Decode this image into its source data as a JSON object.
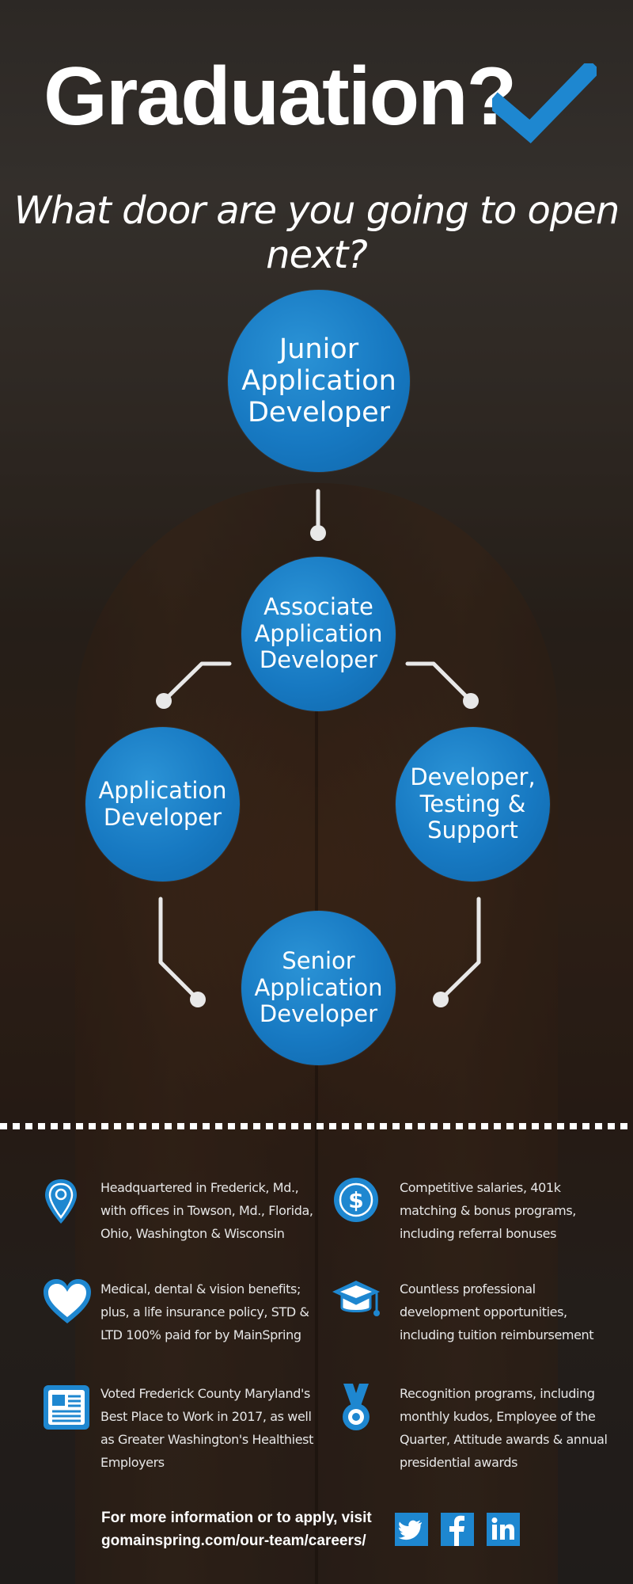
{
  "header": {
    "title": "Graduation?",
    "subtitle": "What door are you going to open next?"
  },
  "career_path": {
    "junior": "Junior\nApplication\nDeveloper",
    "associate": "Associate\nApplication\nDeveloper",
    "application": "Application\nDeveloper",
    "testing": "Developer,\nTesting &\nSupport",
    "senior": "Senior\nApplication\nDeveloper"
  },
  "features": [
    {
      "icon": "location-pin-icon",
      "text": "Headquartered in Frederick, Md., with offices in Towson, Md., Florida, Ohio, Washington & Wisconsin"
    },
    {
      "icon": "dollar-coin-icon",
      "text": "Competitive salaries, 401k matching & bonus programs, including referral bonuses"
    },
    {
      "icon": "heart-icon",
      "text": "Medical, dental & vision benefits; plus, a life insurance policy, STD & LTD 100% paid for by MainSpring"
    },
    {
      "icon": "graduation-cap-icon",
      "text": "Countless professional development opportunities, including tuition reimbursement"
    },
    {
      "icon": "newspaper-icon",
      "text": "Voted Frederick County Maryland's Best Place to Work in 2017, as well as Greater Washington's Healthiest Employers"
    },
    {
      "icon": "medal-icon",
      "text": "Recognition programs, including monthly kudos, Employee of the Quarter, Attitude awards & annual presidential awards"
    }
  ],
  "footer": {
    "cta_line1": "For more information or to apply, visit",
    "cta_line2": "gomainspring.com/our-team/careers/",
    "social": {
      "twitter": "twitter-icon",
      "facebook": "facebook-icon",
      "linkedin": "linkedin-icon"
    }
  },
  "colors": {
    "accent": "#1a7fc7",
    "text": "#ffffff",
    "icon_blue": "#1e87d0"
  }
}
